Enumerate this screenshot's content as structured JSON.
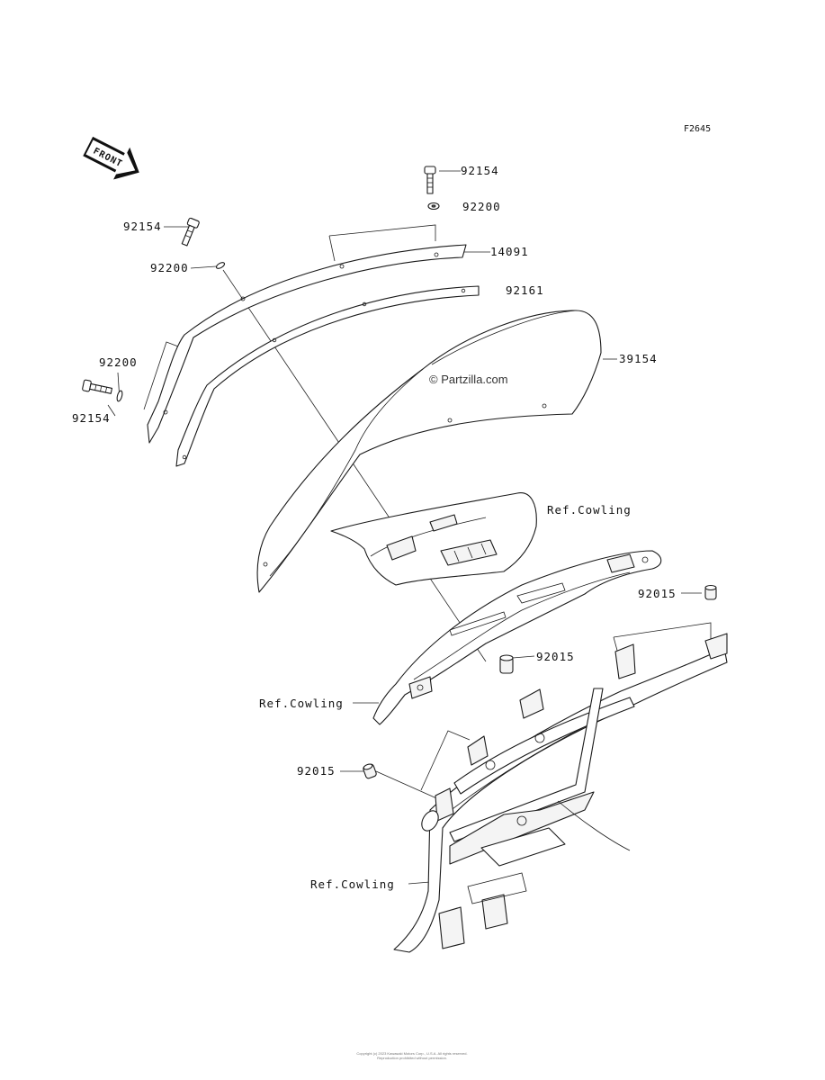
{
  "diagram_code": "F2645",
  "front_label": "FRONT",
  "watermark": "© Partzilla.com",
  "footer": [
    "Copyright (c) 2023 Kawasaki Motors Corp., U.S.A. All rights reserved.",
    "Reproduction prohibited without permission."
  ],
  "callouts": {
    "bolt_top": "92154",
    "washer_top": "92200",
    "bracket": "14091",
    "bolt_left_upper": "92154",
    "washer_left_upper": "92200",
    "seal": "92161",
    "washer_left_lower": "92200",
    "bolt_left_lower": "92154",
    "windshield": "39154",
    "ref_cowling_upper": "Ref.Cowling",
    "grommet_right": "92015",
    "grommet_middle": "92015",
    "ref_cowling_middle": "Ref.Cowling",
    "grommet_lower": "92015",
    "ref_cowling_lower": "Ref.Cowling"
  }
}
